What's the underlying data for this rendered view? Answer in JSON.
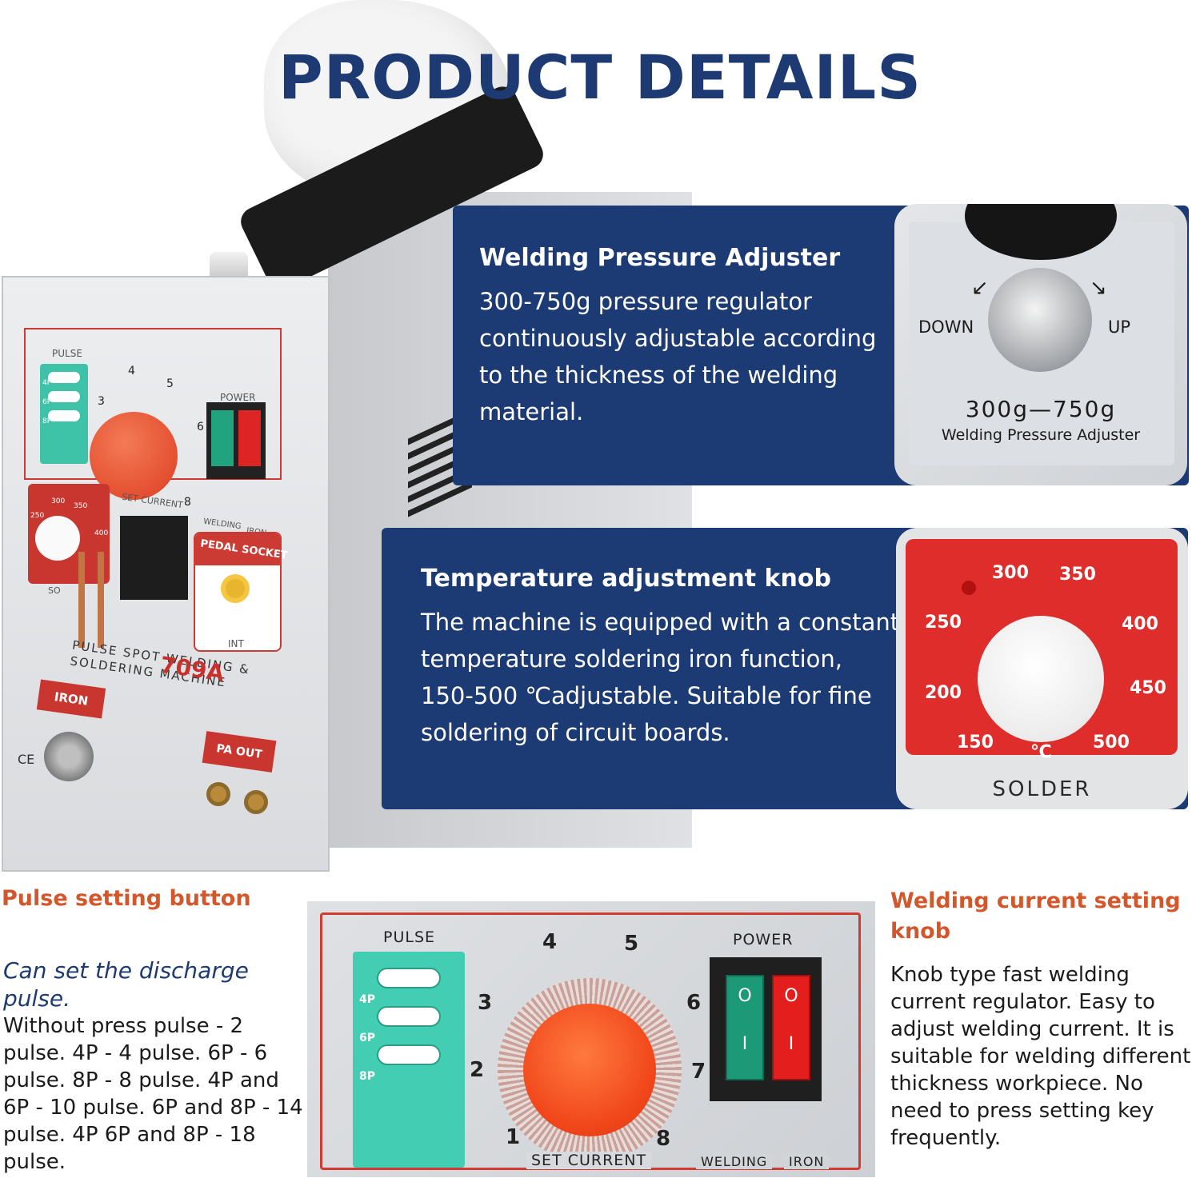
{
  "title": "PRODUCT DETAILS",
  "machine": {
    "pulse_label": "PULSE",
    "pulse_options": [
      "4P",
      "6P",
      "8P"
    ],
    "dial_numbers": [
      "3",
      "4",
      "5",
      "6",
      "8"
    ],
    "set_current_label": "SET CURRENT",
    "power_label": "POWER",
    "welding_label": "WELDING",
    "iron_switch_label": "IRON",
    "temp_numbers": [
      "300",
      "350",
      "250",
      "400"
    ],
    "pedal_socket_label": "PEDAL SOCKET",
    "int_label": "INT",
    "model": "709A",
    "model_line1": "PULSE SPOT WELDING &",
    "model_line2": "SOLDERING MACHINE",
    "iron_label": "IRON",
    "pa_out_label": "PA OUT",
    "ce_mark": "CE",
    "so_label": "SO"
  },
  "pressure": {
    "heading": "Welding Pressure Adjuster",
    "body": "300-750g pressure regulator continuously adjustable according to the thickness of the welding material.",
    "photo_down": "DOWN",
    "photo_up": "UP",
    "photo_range": "300g—750g",
    "photo_caption": "Welding Pressure Adjuster"
  },
  "temperature": {
    "heading": "Temperature adjustment knob",
    "body": "The machine is equipped with a constant temperature soldering iron function, 150-500 ℃adjustable. Suitable for fine soldering of circuit boards.",
    "dial_labels": [
      "300",
      "350",
      "250",
      "400",
      "200",
      "450",
      "150",
      "500"
    ],
    "unit": "℃",
    "solder_label": "SOLDER"
  },
  "pulse_setting": {
    "heading": "Pulse setting button",
    "subheading": "Can set the discharge pulse.",
    "body": "Without press pulse - 2 pulse. 4P - 4 pulse. 6P - 6 pulse. 8P - 8 pulse. 4P and 6P - 10 pulse. 6P and 8P - 14 pulse. 4P 6P and 8P - 18 pulse."
  },
  "welding_current": {
    "heading": "Welding current setting knob",
    "body": "Knob type fast welding current regulator. Easy to adjust welding current. It is suitable for welding different thickness workpiece. No need to press setting key frequently."
  },
  "panel": {
    "pulse_label": "PULSE",
    "pulse_options": [
      "4P",
      "6P",
      "8P"
    ],
    "power_label": "POWER",
    "dial_numbers": [
      "1",
      "2",
      "3",
      "4",
      "5",
      "6",
      "7",
      "8"
    ],
    "set_current_label": "SET CURRENT",
    "welding_label": "WELDING",
    "iron_label": "IRON",
    "switch_on": "O",
    "switch_off": "I"
  },
  "colors": {
    "navy": "#1c3a73",
    "title": "#1e3a72",
    "orange_heading": "#d4572b",
    "teal": "#43cdb3",
    "red": "#d33a31"
  }
}
